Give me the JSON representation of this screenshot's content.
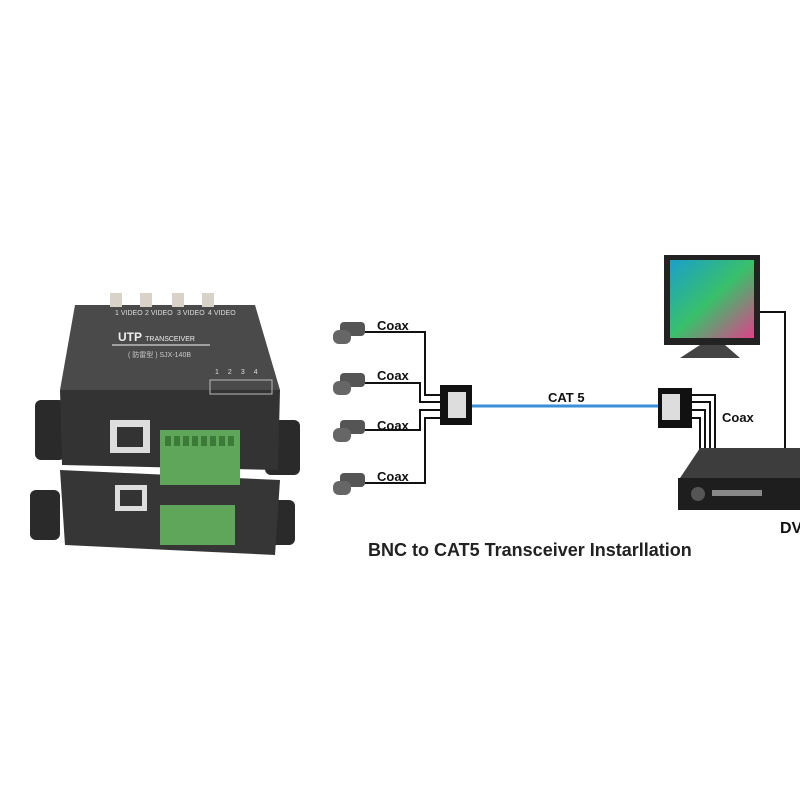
{
  "device": {
    "video_ports": [
      "1",
      "2",
      "3",
      "4"
    ],
    "video_label": "VIDEO",
    "brand": "UTP",
    "product": "TRANSCEIVER",
    "model": "( 防雷型 ) SJX-140B",
    "terminal_numbers": [
      "1",
      "2",
      "3",
      "4"
    ]
  },
  "diagram": {
    "coax_labels": [
      "Coax",
      "Coax",
      "Coax",
      "Coax"
    ],
    "cable_label": "CAT 5",
    "dvr_coax_label": "Coax",
    "dvr_label": "DV",
    "title": "BNC to CAT5 Transceiver Instarllation",
    "cable_color": "#3a8fd8"
  }
}
